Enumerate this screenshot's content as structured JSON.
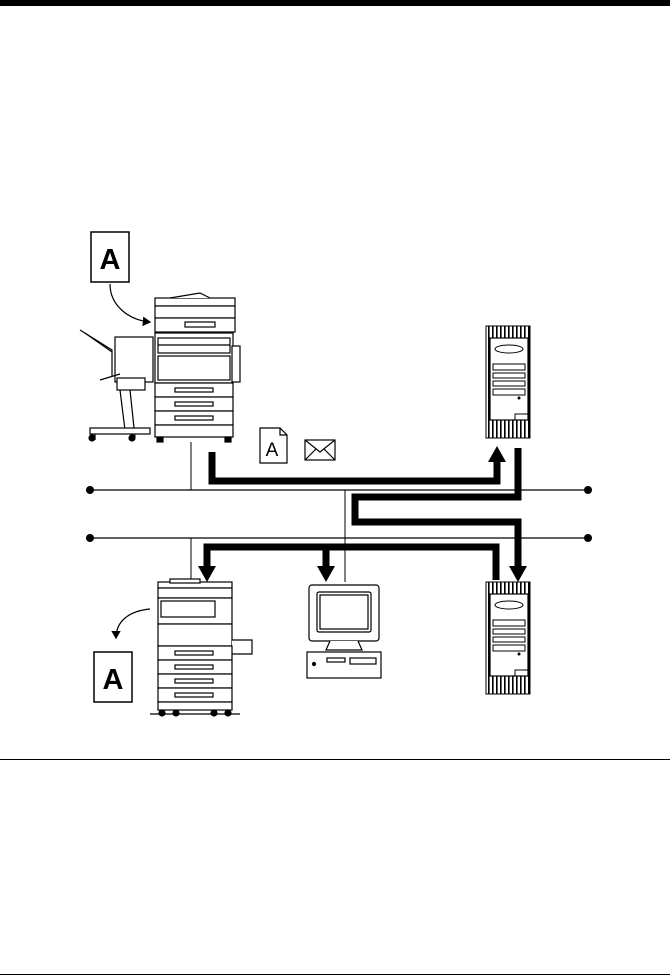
{
  "diagram": {
    "original_document_letter": "A",
    "output_document_letter": "A",
    "scan_file_letter": "A",
    "scan_file_icon": "document-file-icon",
    "email_icon": "envelope-icon",
    "devices": [
      {
        "name": "scanning-copier-with-finisher",
        "icon": "multifunction-copier-icon"
      },
      {
        "name": "server-top",
        "icon": "tower-server-icon"
      },
      {
        "name": "server-bottom",
        "icon": "tower-server-icon"
      },
      {
        "name": "client-computer",
        "icon": "desktop-computer-icon"
      },
      {
        "name": "printing-copier",
        "icon": "multifunction-copier-icon"
      }
    ],
    "colors": {
      "line": "#000000",
      "background": "#ffffff",
      "server_stripe": "#000000"
    }
  }
}
